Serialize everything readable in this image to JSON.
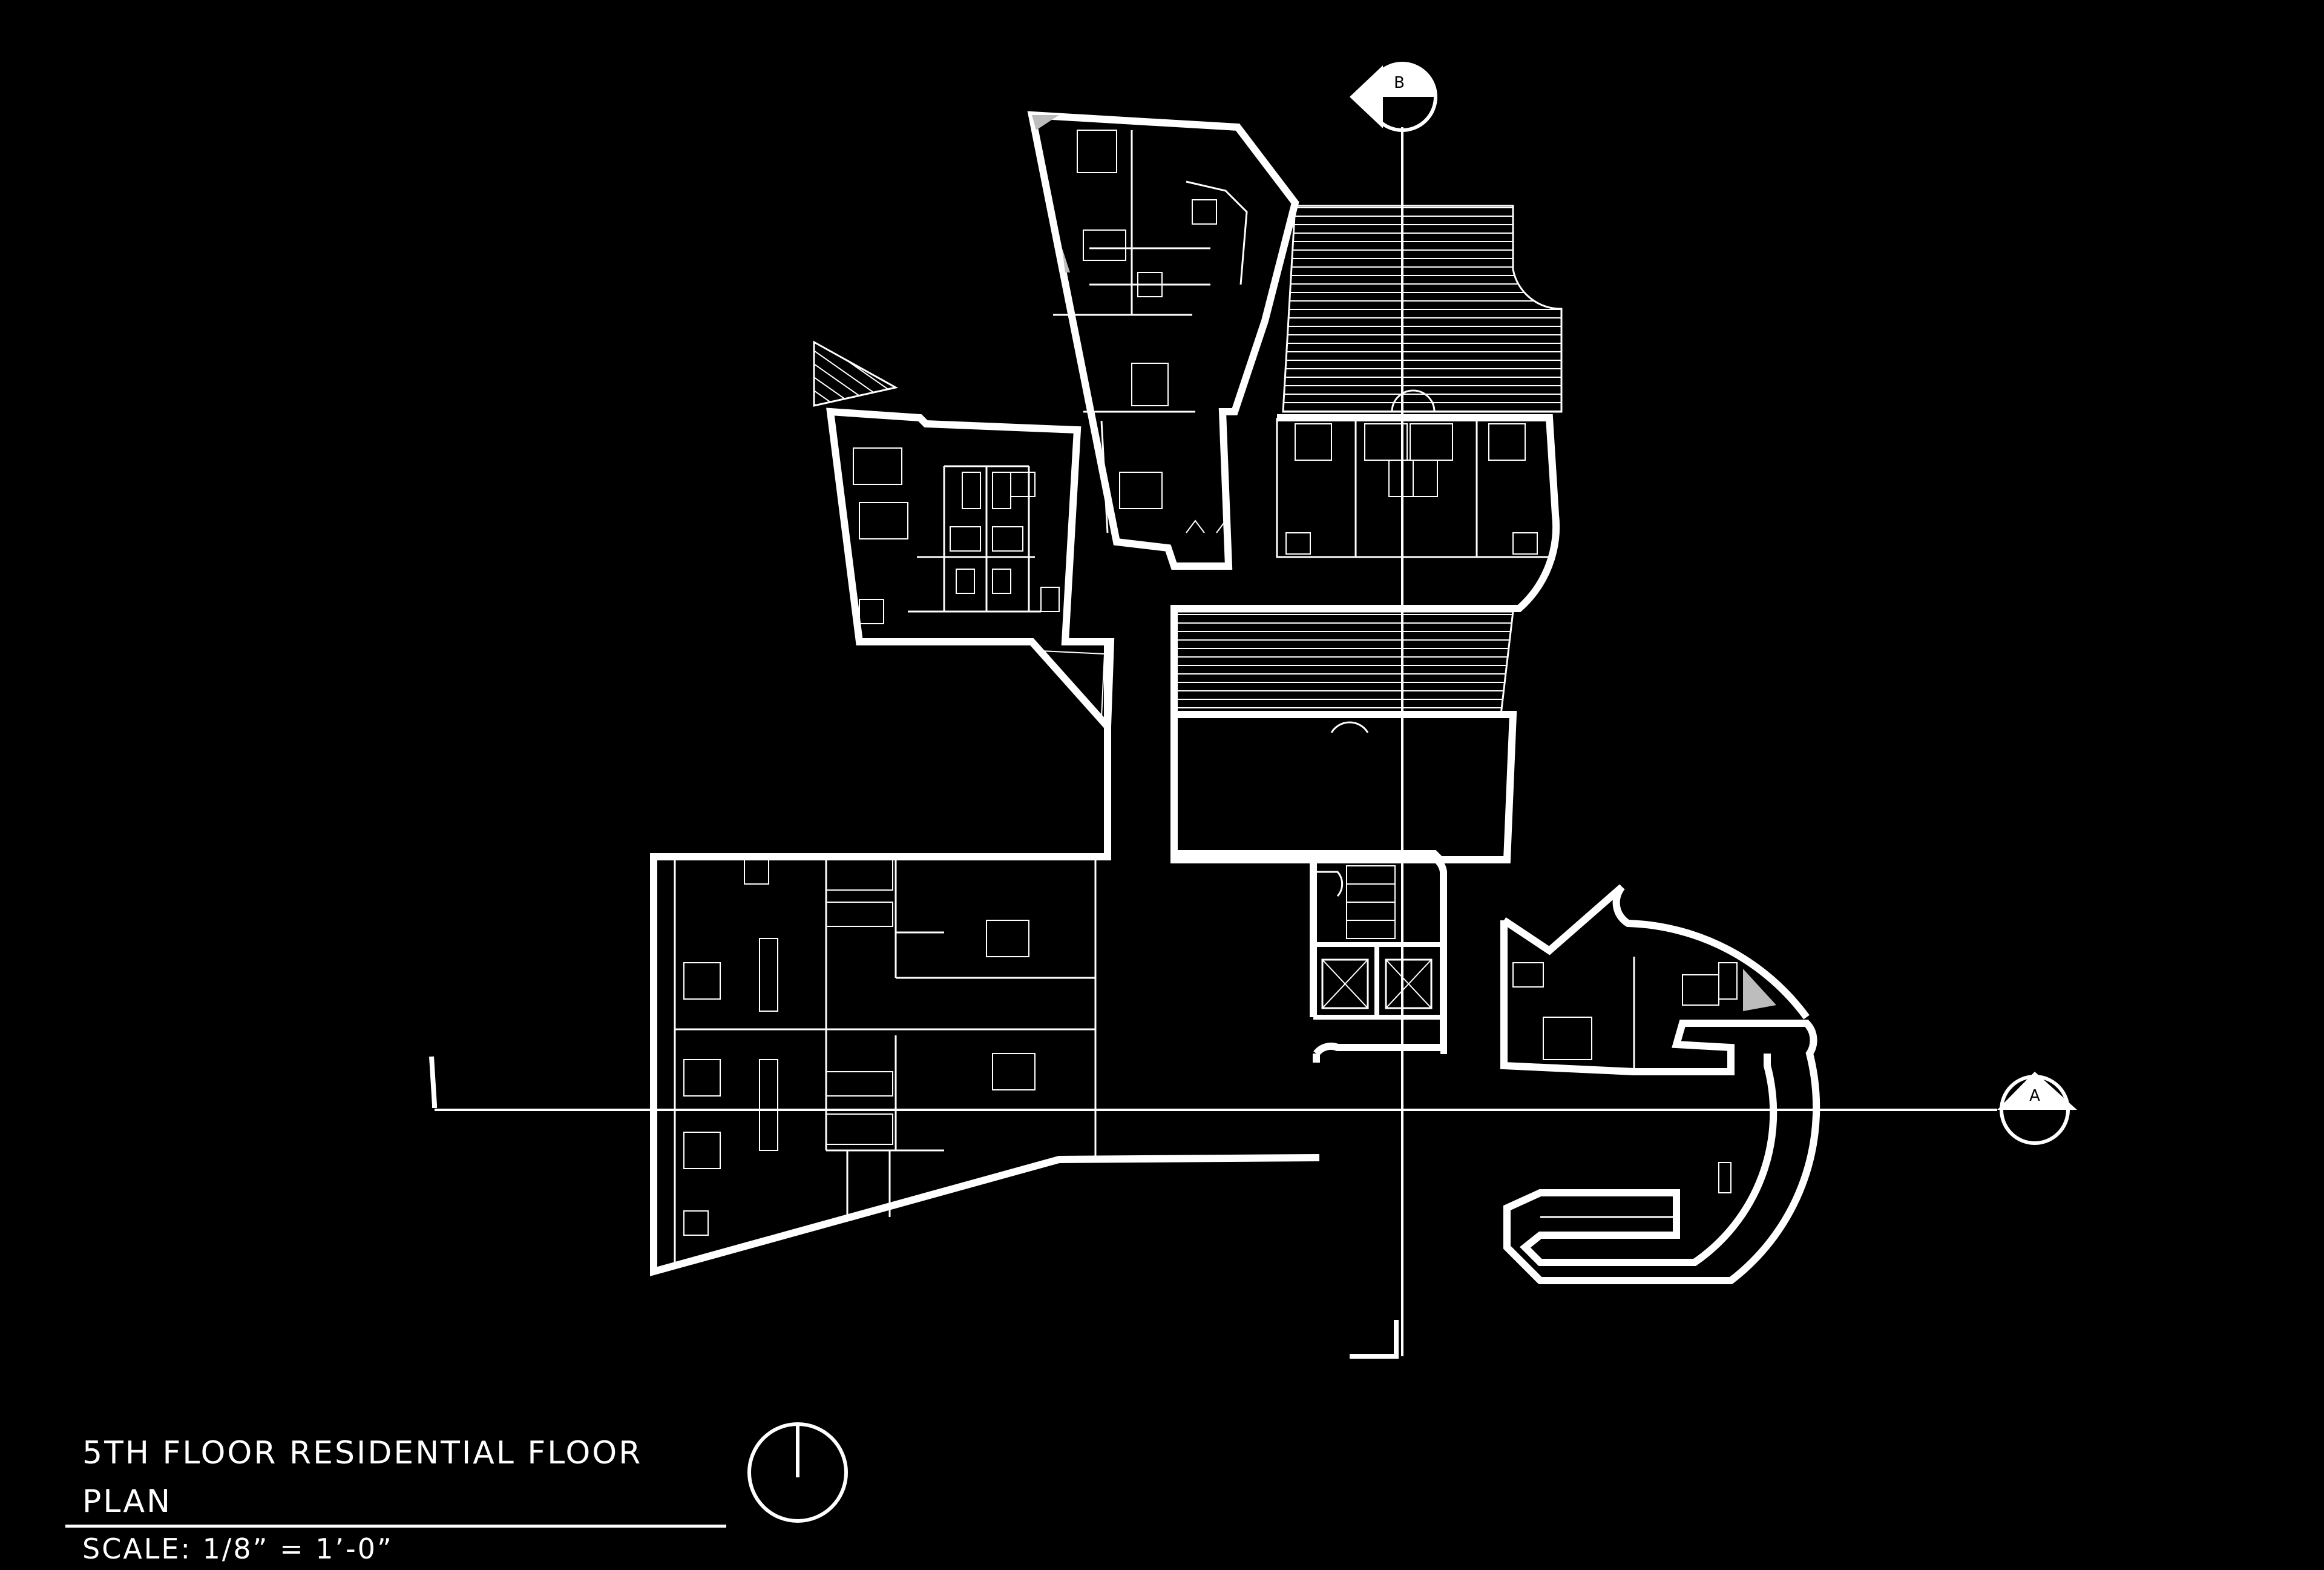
{
  "title_block": {
    "title": "5TH FLOOR RESIDENTIAL FLOOR PLAN",
    "scale": "SCALE: 1/8” = 1’-0”"
  },
  "section_markers": {
    "a": "A",
    "b": "B"
  },
  "colors": {
    "background": "#000000",
    "line": "#ffffff",
    "fill_gray": "#bdbdbd"
  }
}
